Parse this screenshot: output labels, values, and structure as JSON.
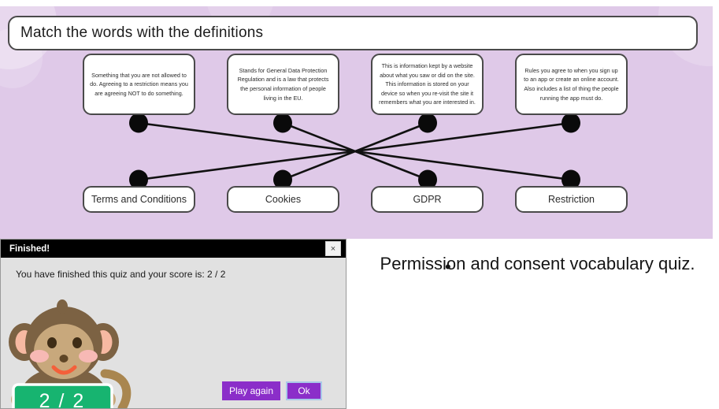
{
  "slide": {
    "title": "Match the words with the definitions",
    "background_color": "#dfc9e8",
    "definitions": [
      {
        "id": "def-restriction",
        "text": "Something that you are not allowed to do. Agreeing to a restriction means you are agreeing NOT to do something."
      },
      {
        "id": "def-gdpr",
        "text": "Stands for General Data Protection Regulation and is a law that protects the personal information of people living in the EU."
      },
      {
        "id": "def-cookies",
        "text": "This is information kept by a website about what you saw or did on the site. This information is stored on your device so when you re-visit the site it remembers what you are interested in."
      },
      {
        "id": "def-terms",
        "text": "Rules you agree to when you sign up to an app or create an online account. Also includes a list of thing the people running the app must do."
      }
    ],
    "answers": [
      {
        "id": "ans-terms",
        "label": "Terms and Conditions"
      },
      {
        "id": "ans-cookies",
        "label": "Cookies"
      },
      {
        "id": "ans-gdpr",
        "label": "GDPR"
      },
      {
        "id": "ans-restriction",
        "label": "Restriction"
      }
    ],
    "connections": [
      {
        "from_definition": 0,
        "to_answer": 3
      },
      {
        "from_definition": 1,
        "to_answer": 2
      },
      {
        "from_definition": 2,
        "to_answer": 1
      },
      {
        "from_definition": 3,
        "to_answer": 0
      }
    ]
  },
  "note": {
    "bullet": "•",
    "text": "Permission and consent vocabulary quiz."
  },
  "dialog": {
    "title": "Finished!",
    "close_label": "×",
    "message": "You have finished this quiz and your score is: 2 / 2",
    "score": "2 / 2",
    "buttons": {
      "play_again": "Play again",
      "ok": "Ok"
    },
    "accent_color": "#8b2ec9",
    "score_badge_color": "#17b470"
  }
}
